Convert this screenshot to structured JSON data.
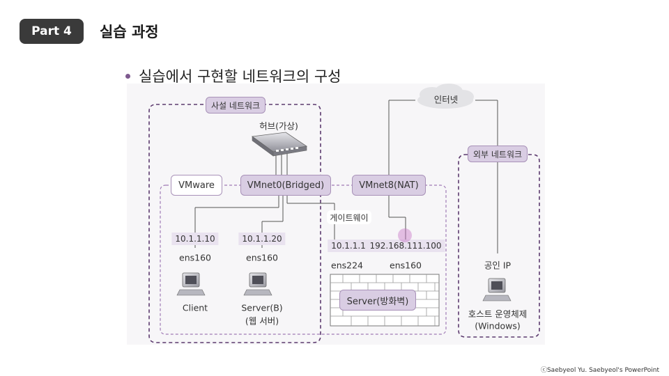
{
  "header": {
    "part_label": "Part 4",
    "title": "실습 과정"
  },
  "subtitle": "실습에서 구현할 네트워크의 구성",
  "diagram": {
    "private_network": "사설 네트워크",
    "hub": "허브(가상)",
    "vmware": "VMware",
    "vmnet0": "VMnet0(Bridged)",
    "vmnet8": "VMnet8(NAT)",
    "internet": "인터넷",
    "external_network": "외부 네트워크",
    "gateway": "게이트웨이",
    "client": {
      "ip": "10.1.1.10",
      "iface": "ens160",
      "name": "Client"
    },
    "server_b": {
      "ip": "10.1.1.20",
      "iface": "ens160",
      "name": "Server(B)",
      "role": "(웹 서버)"
    },
    "firewall": {
      "ip_internal": "10.1.1.1",
      "iface_internal": "ens224",
      "ip_external": "192.168.111.100",
      "iface_external": "ens160",
      "name": "Server(방화벽)"
    },
    "host": {
      "ip": "공인 IP",
      "name": "호스트 운영체제",
      "os": "(Windows)"
    }
  },
  "footer": {
    "copyright": "ⓒSaebyeol Yu. Saebyeol's PowerPoint"
  },
  "colors": {
    "badge_bg": "#3a3a3a",
    "accent_purple": "#7e5a8f",
    "pill_fill": "#d9cde3",
    "ip_fill": "#e9e2ef"
  }
}
